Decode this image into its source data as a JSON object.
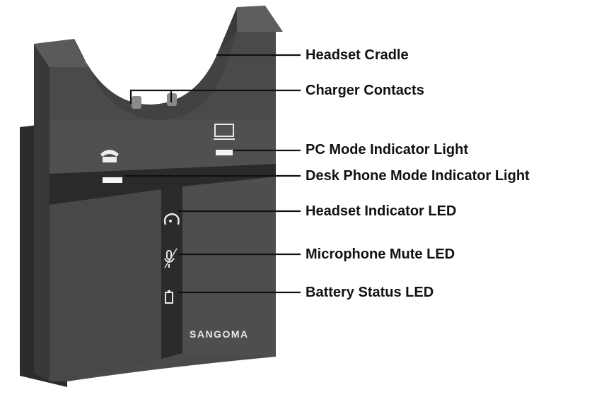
{
  "brand": {
    "name": "SANGOMA"
  },
  "callouts": [
    {
      "id": "headset-cradle",
      "label": "Headset Cradle"
    },
    {
      "id": "charger-contacts",
      "label": "Charger Contacts"
    },
    {
      "id": "pc-mode-indicator-light",
      "label": "PC Mode Indicator Light"
    },
    {
      "id": "desk-phone-mode-indicator-light",
      "label": "Desk Phone Mode Indicator Light"
    },
    {
      "id": "headset-indicator-led",
      "label": "Headset Indicator LED"
    },
    {
      "id": "microphone-mute-led",
      "label": "Microphone Mute LED"
    },
    {
      "id": "battery-status-led",
      "label": "Battery Status LED"
    }
  ]
}
